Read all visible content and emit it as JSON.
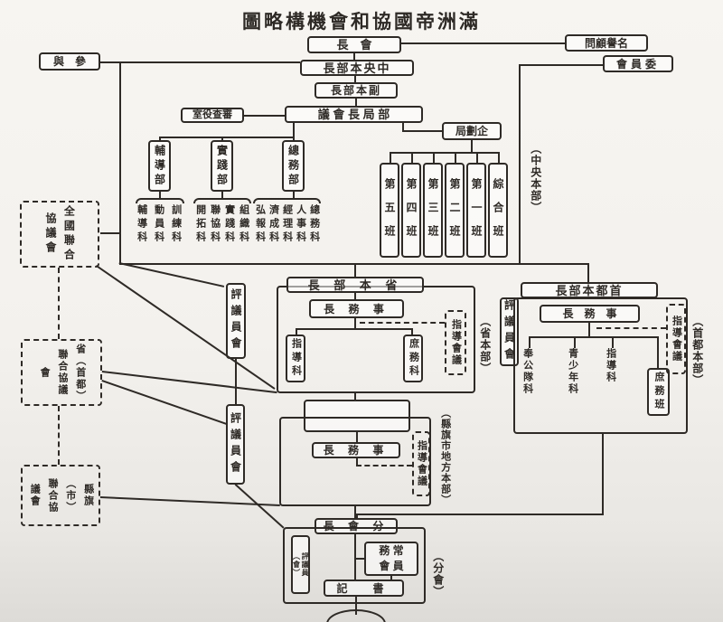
{
  "colors": {
    "ink": "#2e2a26",
    "paper": "#f5f3ef"
  },
  "title": "圖略構機會和協國帝洲滿",
  "top": {
    "president": "長　會",
    "honorary_advisor": "問顧譽名",
    "committee": "會員委",
    "councillor": "與　參",
    "central_hq_chief": "長部本央中",
    "vice_hq_chief": "長部本副",
    "audit_office": "室役查審",
    "bureau_chiefs_conference": "議 會 長 局 部",
    "planning_bureau": "局劃企"
  },
  "central": {
    "label": "（中央本部）",
    "departments": [
      "輔導部",
      "實踐部",
      "總務部"
    ],
    "hodo_sections": [
      "輔導科",
      "動員科",
      "訓練科"
    ],
    "jissen_sections": [
      "開拓科",
      "聯協科",
      "實踐科",
      "組織科"
    ],
    "somu_sections": [
      "弘報科",
      "濟成科",
      "經理科",
      "人事科",
      "總務科"
    ],
    "squads": [
      "第五班",
      "第四班",
      "第三班",
      "第二班",
      "第一班",
      "綜合班"
    ]
  },
  "left_councils": {
    "national": "全國聯合\n協議會",
    "provincial": "省（首都）\n聯合協議\n會",
    "county": "縣旗（市）\n聯合協\n議會"
  },
  "province": {
    "header": "長 部 本 省",
    "secretary": "長 務 事",
    "sections": [
      "指導科",
      "庶務科"
    ],
    "guidance_council": "指導會議",
    "councillors": "評議員會",
    "label": "（省本部）"
  },
  "capital": {
    "header": "長部本都首",
    "secretary": "長　務　事",
    "sections": [
      "奉公隊科",
      "青少年科",
      "指導科"
    ],
    "duty_squad": "庶務班",
    "guidance_council": "指導會議",
    "councillors": "評議員會",
    "label": "（首都本部）"
  },
  "county": {
    "header": "",
    "secretary": "長 務 事",
    "guidance_council": "指導會議",
    "councillors": "評議員會",
    "label": "（縣旗市地方本部）"
  },
  "branch": {
    "header": "長 會 分",
    "small_council": "評議員\n（會）",
    "standing_committee": "務 常\n會 員",
    "secretary": "記　書",
    "label": "（分會）"
  }
}
